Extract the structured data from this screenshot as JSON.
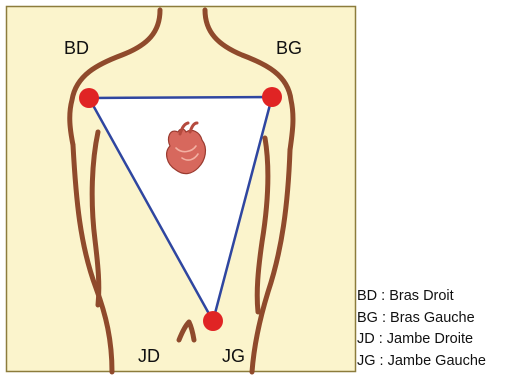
{
  "labels": {
    "bd": "BD",
    "bg": "BG",
    "jd": "JD",
    "jg": "JG"
  },
  "legend": [
    "BD : Bras Droit",
    "BG : Bras Gauche",
    "JD : Jambe Droite",
    "JG : Jambe Gauche"
  ],
  "colors": {
    "panel_background": "#fbf4cc",
    "panel_border": "#8c7c3c",
    "body_outline": "#8f4a2c",
    "triangle_fill": "#ffffff",
    "triangle_stroke": "#2f46a0",
    "electrode": "#e02424",
    "heart": "#d7685d"
  },
  "icons": {
    "heart": "heart-icon",
    "electrode": "electrode-dot"
  }
}
